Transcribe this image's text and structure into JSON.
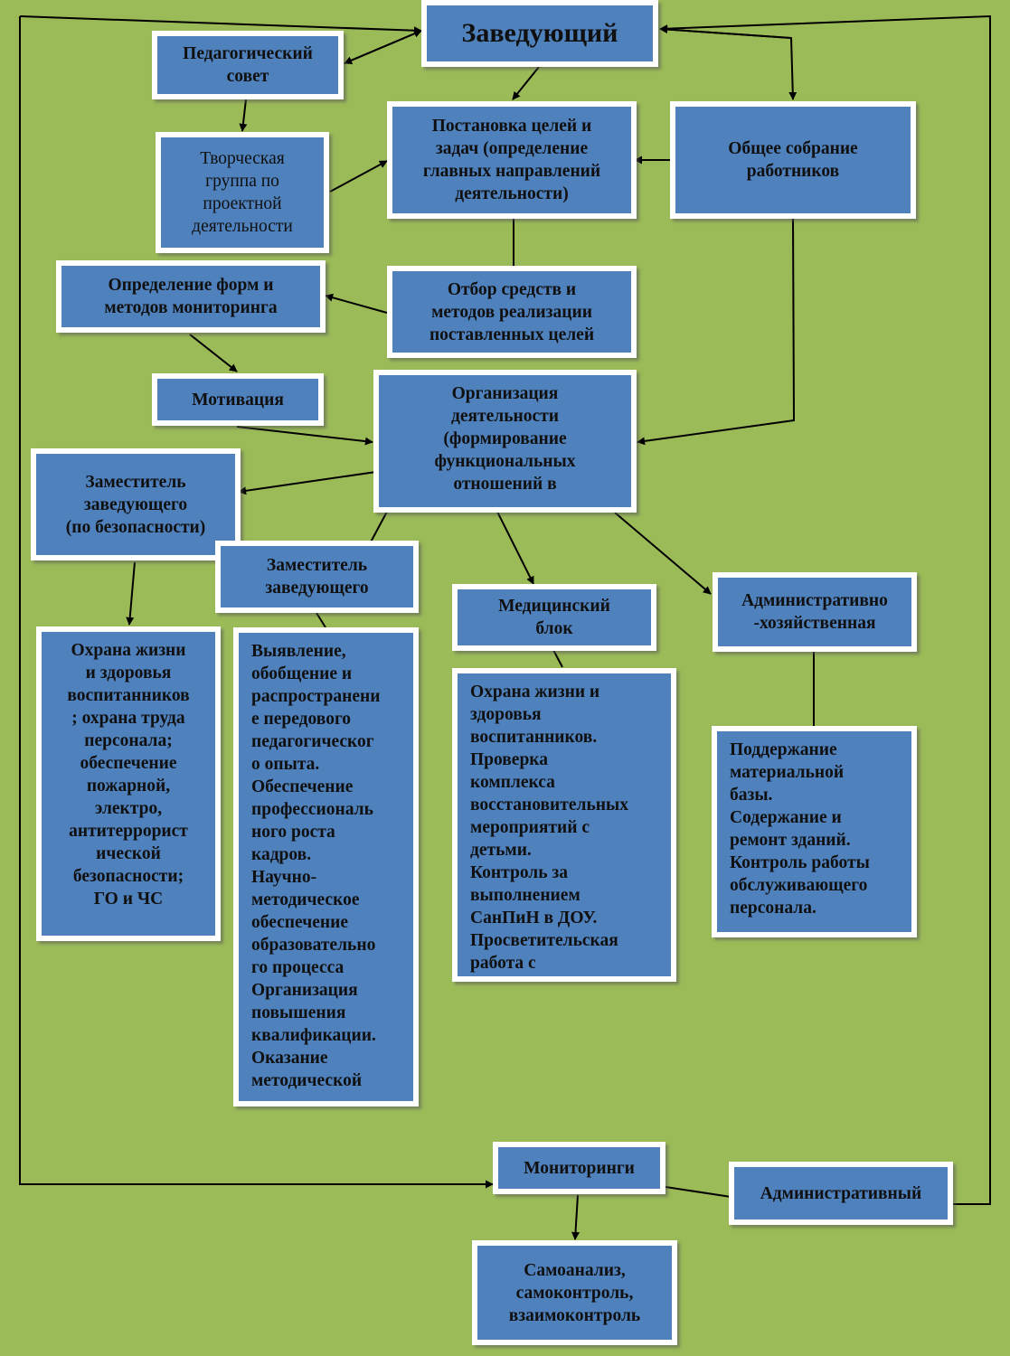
{
  "colors": {
    "background": "#9bbb59",
    "box_fill": "#4f81bd",
    "box_border": "#ffffff",
    "text": "#101010",
    "arrow": "#000000"
  },
  "nodes": {
    "head": "Заведующий",
    "ped_council": "Педагогический\nсовет",
    "creative_group": "Творческая\nгруппа по\nпроектной\nдеятельности",
    "goals": "Постановка целей и\nзадач (определение\nглавных направлений\nдеятельности)",
    "general_meeting": "Общее собрание\nработников",
    "forms_monitoring": "Определение форм и\nметодов мониторинга",
    "means_selection": "Отбор средств и\nметодов реализации\nпоставленных целей",
    "motivation": "Мотивация",
    "organization": "Организация\nдеятельности\n(формирование\nфункциональных\nотношений в",
    "deputy_safety": "Заместитель\nзаведующего\n(по безопасности)",
    "deputy": "Заместитель\nзаведующего",
    "medical_block": "Медицинский\nблок",
    "admin_household": "Административно\n-хозяйственная",
    "safety_tasks": "Охрана жизни\nи здоровья\nвоспитанников\n; охрана труда\nперсонала;\nобеспечение\nпожарной,\nэлектро,\nантитеррорист\nической\nбезопасности;\nГО и ЧС",
    "deputy_tasks": "Выявление,\nобобщение и\nраспространени\nе передового\nпедагогическог\nо опыта.\nОбеспечение\nпрофессиональ\nного роста\nкадров.\nНаучно-\nметодическое\nобеспечение\nобразовательно\nго процесса\nОрганизация\nповышения\nквалификации.\nОказание\nметодической",
    "medical_tasks": "Охрана жизни и\nздоровья\nвоспитанников.\nПроверка\nкомплекса\nвосстановительных\nмероприятий с\nдетьми.\nКонтроль за\nвыполнением\nСанПиН в ДОУ.\nПросветительская\nработа с",
    "admin_tasks": "Поддержание\nматериальной\nбазы.\nСодержание и\nремонт зданий.\nКонтроль работы\nобслуживающего\nперсонала.",
    "monitoring": "Мониторинги",
    "administrative": "Административный",
    "self_control": "Самоанализ,\nсамоконтроль,\nвзаимоконтроль"
  }
}
